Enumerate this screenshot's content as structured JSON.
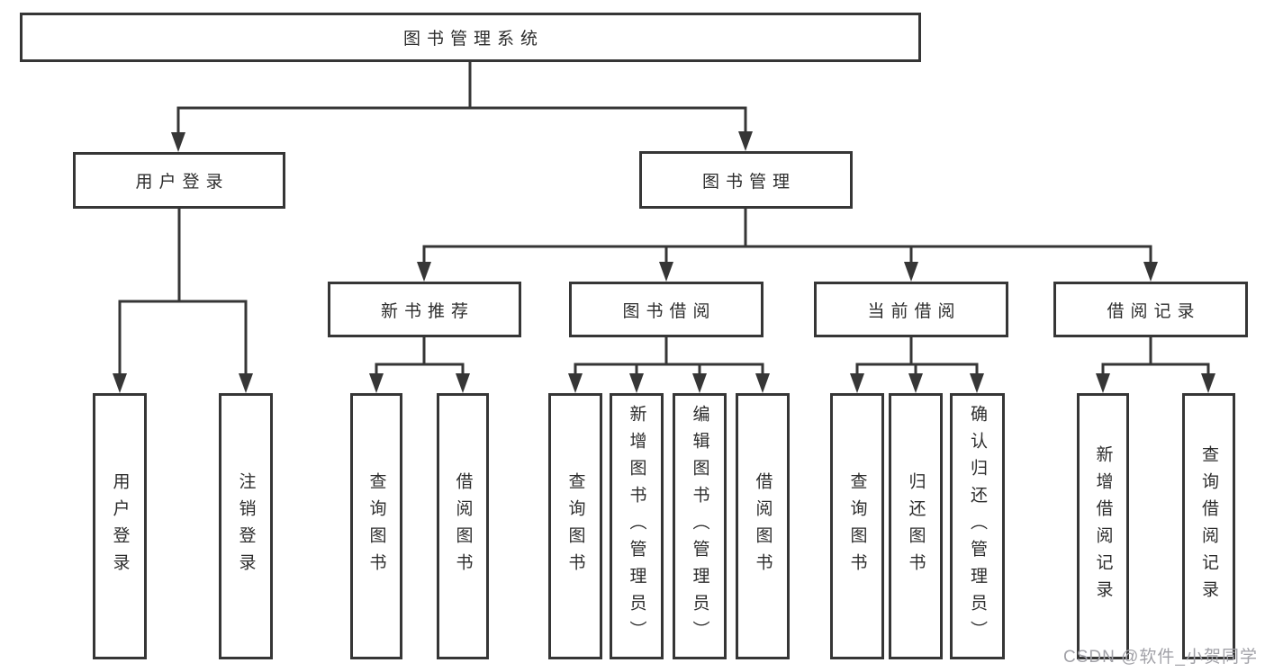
{
  "diagram": {
    "type": "tree-structure-chart",
    "colors": {
      "line": "#363636",
      "box_border": "#363636",
      "box_fill": "#ffffff",
      "text": "#2d2d2d",
      "background": "#ffffff",
      "watermark": "#a2a2a8"
    },
    "tree": {
      "label": "图书管理系统",
      "children": [
        {
          "label": "用户登录",
          "children": [
            {
              "label": "用户登录"
            },
            {
              "label": "注销登录"
            }
          ]
        },
        {
          "label": "图书管理",
          "children": [
            {
              "label": "新书推荐",
              "children": [
                {
                  "label": "查询图书"
                },
                {
                  "label": "借阅图书"
                }
              ]
            },
            {
              "label": "图书借阅",
              "children": [
                {
                  "label": "查询图书"
                },
                {
                  "label": "新增图书（管理员）"
                },
                {
                  "label": "编辑图书（管理员）"
                },
                {
                  "label": "借阅图书"
                }
              ]
            },
            {
              "label": "当前借阅",
              "children": [
                {
                  "label": "查询图书"
                },
                {
                  "label": "归还图书"
                },
                {
                  "label": "确认归还（管理员）"
                }
              ]
            },
            {
              "label": "借阅记录",
              "children": [
                {
                  "label": "新增借阅记录"
                },
                {
                  "label": "查询借阅记录"
                }
              ]
            }
          ]
        }
      ]
    }
  },
  "watermark": {
    "text": "CSDN @软件_小贺同学"
  }
}
